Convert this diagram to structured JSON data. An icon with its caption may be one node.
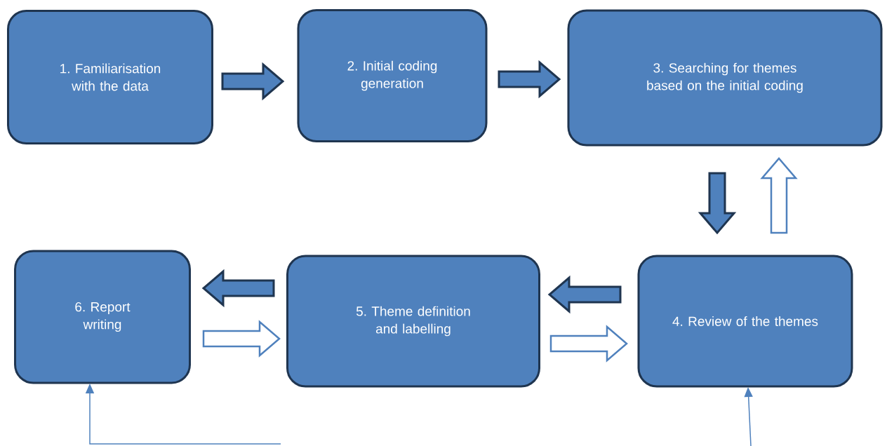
{
  "diagram": {
    "nodes": [
      {
        "text": [
          "1. Familiarisation with the data"
        ]
      },
      {
        "text": [
          "2. Initial coding generation"
        ]
      },
      {
        "text": [
          "3. Searching for themes based on the initial coding"
        ]
      },
      {
        "text": [
          "4. Review of the themes"
        ]
      },
      {
        "text": [
          "5. Theme definition and labelling"
        ]
      },
      {
        "text": [
          "6. Report writing"
        ]
      }
    ],
    "edges": [
      {
        "from": 0,
        "to": 1,
        "arrow": "to",
        "style": "thick"
      },
      {
        "from": 1,
        "to": 2,
        "arrow": "to",
        "style": "thick"
      },
      {
        "from": 2,
        "to": 3,
        "arrow": "to",
        "style": "thick"
      },
      {
        "from": 3,
        "to": 2,
        "arrow": "to",
        "style": "thick",
        "color": "#4f81bd"
      },
      {
        "from": 3,
        "to": 4,
        "arrow": "to",
        "style": "thick"
      },
      {
        "from": 4,
        "to": 3,
        "arrow": "to",
        "style": "thick",
        "color": "#4f81bd"
      },
      {
        "from": 4,
        "to": 5,
        "arrow": "to",
        "style": "thick"
      },
      {
        "from": 5,
        "to": 4,
        "arrow": "to",
        "style": "thick",
        "color": "#4f81bd"
      },
      {
        "from": null,
        "to": 5,
        "arrow": "to",
        "color": "#4f81bd"
      },
      {
        "from": null,
        "to": 3,
        "arrow": "to",
        "color": "#4f81bd"
      }
    ]
  }
}
